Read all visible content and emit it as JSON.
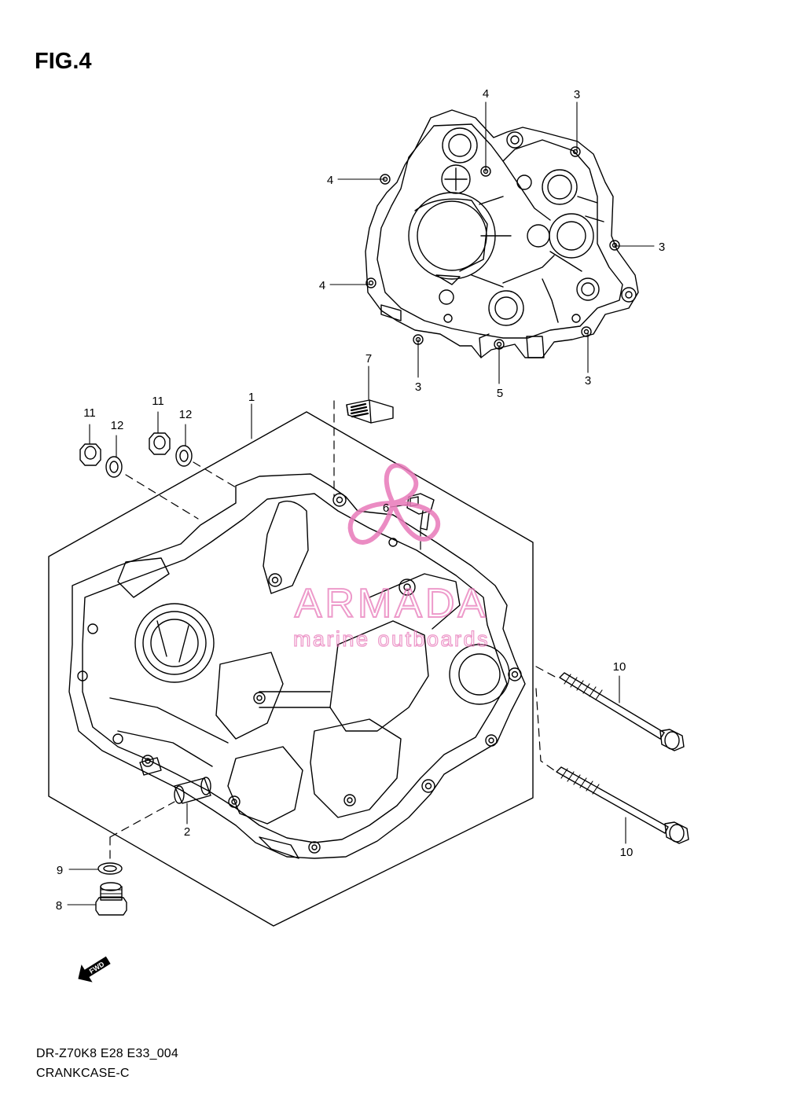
{
  "figure": {
    "title": "FIG.4",
    "model_code": "DR-Z70K8 E28 E33_004",
    "section_name": "CRANKCASE-C"
  },
  "callouts": [
    {
      "id": "c-4a",
      "label": "4"
    },
    {
      "id": "c-3a",
      "label": "3"
    },
    {
      "id": "c-4b",
      "label": "4"
    },
    {
      "id": "c-3b",
      "label": "3"
    },
    {
      "id": "c-4c",
      "label": "4"
    },
    {
      "id": "c-3c",
      "label": "3"
    },
    {
      "id": "c-5",
      "label": "5"
    },
    {
      "id": "c-3d",
      "label": "3"
    },
    {
      "id": "c-7",
      "label": "7"
    },
    {
      "id": "c-1",
      "label": "1"
    },
    {
      "id": "c-11a",
      "label": "11"
    },
    {
      "id": "c-12a",
      "label": "12"
    },
    {
      "id": "c-11b",
      "label": "11"
    },
    {
      "id": "c-12b",
      "label": "12"
    },
    {
      "id": "c-6",
      "label": "6"
    },
    {
      "id": "c-10a",
      "label": "10"
    },
    {
      "id": "c-10b",
      "label": "10"
    },
    {
      "id": "c-2",
      "label": "2"
    },
    {
      "id": "c-9",
      "label": "9"
    },
    {
      "id": "c-8",
      "label": "8"
    }
  ],
  "watermark": {
    "brand": "ARMADA",
    "tagline": "marine outboards",
    "color": "#e879b9"
  },
  "direction_marker": {
    "label": "FWD",
    "icon": "forward-arrow-icon"
  },
  "colors": {
    "line": "#000000",
    "background": "#ffffff"
  }
}
